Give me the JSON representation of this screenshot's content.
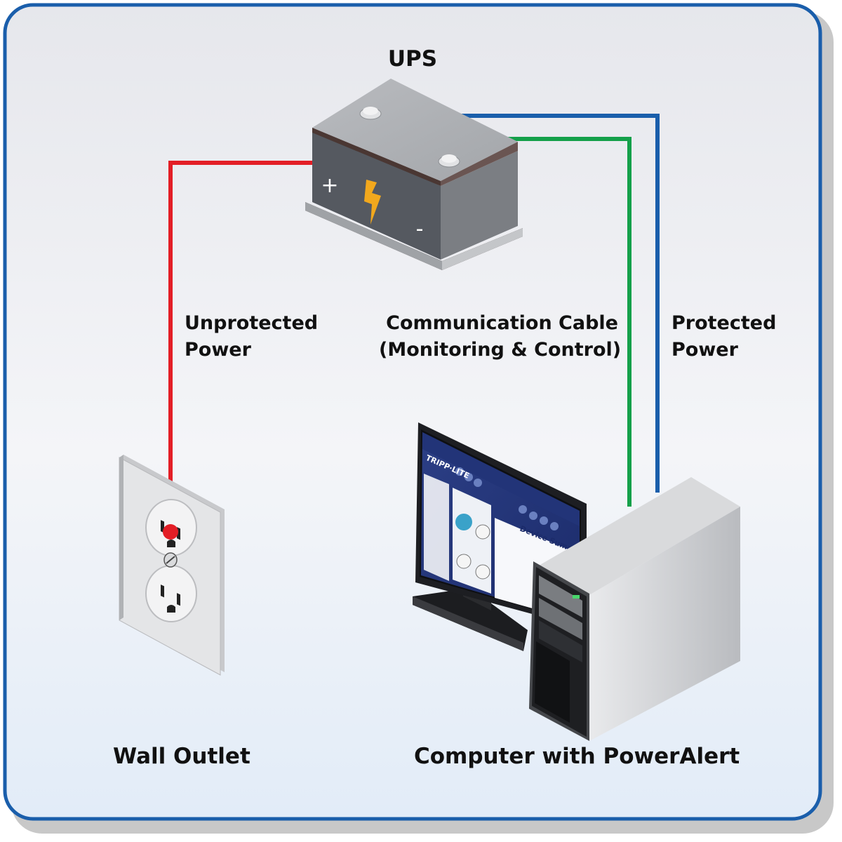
{
  "ups": {
    "title": "UPS",
    "plus_symbol": "+",
    "minus_symbol": "-"
  },
  "wires": {
    "unprotected": {
      "line1": "Unprotected",
      "line2": "Power",
      "color": "#e31e26"
    },
    "communication": {
      "line1": "Communication Cable",
      "line2": "(Monitoring & Control)",
      "color": "#14a04a"
    },
    "protected": {
      "line1": "Protected",
      "line2": "Power",
      "color": "#1a5eab"
    }
  },
  "devices": {
    "wall_outlet": "Wall Outlet",
    "computer": "Computer with PowerAlert"
  },
  "screen": {
    "brand": "TRIPP·LITE",
    "panel_title": "Device Summary"
  },
  "colors": {
    "frame_border": "#1a5eab",
    "ups_body": "#555960",
    "lightning": "#f2a81d"
  }
}
